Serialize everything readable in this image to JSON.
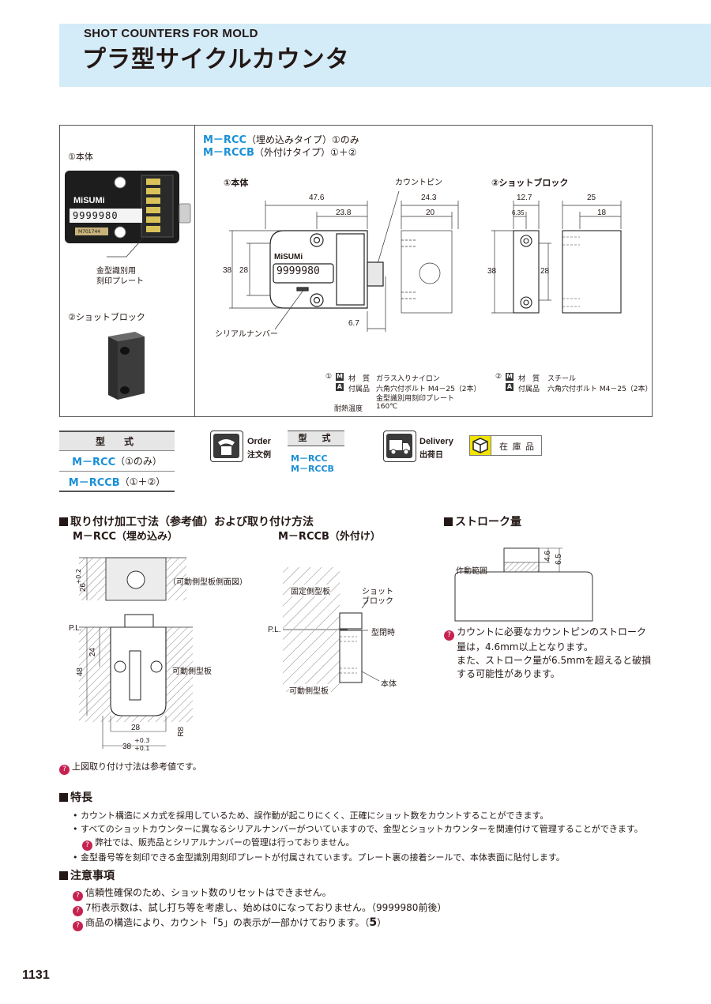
{
  "header": {
    "subtitle": "SHOT COUNTERS FOR MOLD",
    "title": "プラ型サイクルカウンタ"
  },
  "spec": {
    "left_label_body": "①本体",
    "left_label_block": "②ショットブロック",
    "plate_callout_1": "金型識別用",
    "plate_callout_2": "刻印プレート",
    "photo_brand": "MiSUMi",
    "photo_digits": "9999980",
    "photo_plate": "M701744",
    "model_line_1": {
      "code": "M－RCC",
      "desc": "（埋め込みタイプ）①のみ"
    },
    "model_line_2": {
      "code": "M－RCCB",
      "desc": "（外付けタイプ）①＋②"
    },
    "drawing_body_title": "①本体",
    "drawing_block_title": "②ショットブロック",
    "count_pin_label": "カウントピン",
    "serial_label": "シリアルナンバー",
    "drawing_brand": "MiSUMi",
    "drawing_digits": "9999980",
    "dims_body": {
      "w_total": "47.6",
      "w_half": "23.8",
      "h_total": "38",
      "h_inner": "28",
      "pin": "6.7",
      "side_w": "24.3",
      "side_inner": "20"
    },
    "dims_block": {
      "w": "12.7",
      "w_half": "6.35",
      "h": "38",
      "h_inner": "28",
      "side_w": "25",
      "side_inner": "18"
    },
    "material_body": {
      "num": "①",
      "m_label": "材　質",
      "material": "ガラス入りナイロン",
      "a_label": "付属品",
      "accessory_1": "六角穴付ボルト M4－25（2本）",
      "accessory_2": "金型識別用刻印プレート",
      "heat_label": "耐熱温度",
      "heat": "160℃"
    },
    "material_block": {
      "num": "②",
      "m_label": "材　質",
      "material": "スチール",
      "a_label": "付属品",
      "accessory_1": "六角穴付ボルト M4－25（2本）"
    }
  },
  "model_table": {
    "header": "型　式",
    "rows": [
      {
        "code": "M－RCC",
        "note": "（①のみ）"
      },
      {
        "code": "M－RCCB",
        "note": "（①＋②）"
      }
    ]
  },
  "order": {
    "label_en": "Order",
    "label_jp": "注文例",
    "table_header": "型　式",
    "examples": [
      "M－RCC",
      "M－RCCB"
    ]
  },
  "delivery": {
    "label_en": "Delivery",
    "label_jp": "出荷日",
    "stock_label": "在 庫 品"
  },
  "mounting": {
    "title": "取り付け加工寸法（参考値）および取り付け方法",
    "rcc_title": "M－RCC（埋め込み）",
    "rccb_title": "M－RCCB（外付け）",
    "movable_side_view": "（可動側型板側面図）",
    "pl": "P.L.",
    "movable_plate": "可動側型板",
    "fixed_plate": "固定側型板",
    "shot_block_1": "ショット",
    "shot_block_2": "ブロック",
    "mold_closed": "型閉時",
    "body": "本体",
    "dims": {
      "d26": "26",
      "tol26_up": "+0.2",
      "tol26_lo": "0",
      "d48": "48",
      "d24": "24",
      "d28": "28",
      "d38": "38",
      "tol38_up": "+0.3",
      "tol38_lo": "+0.1",
      "r8": "R8"
    },
    "note": "上図取り付け寸法は参考値です。"
  },
  "stroke": {
    "title": "ストローク量",
    "range_label": "作動範囲",
    "d46": "4.6",
    "d65": "6.5",
    "note_1": "カウントに必要なカウントピンのストローク",
    "note_2": "量は，4.6mm以上となります。",
    "note_3": "また、ストローク量が6.5mmを超えると破損",
    "note_4": "する可能性があります。"
  },
  "features": {
    "title": "特長",
    "items": [
      "カウント構造にメカ式を採用しているため、誤作動が起こりにくく、正確にショット数をカウントすることができます。",
      "すべてのショットカウンターに異なるシリアルナンバーがついていますので、金型とショットカウンターを関連付けて管理することができます。",
      "弊社では、販売品とシリアルナンバーの管理は行っておりません。",
      "金型番号等を刻印できる金型識別用刻印プレートが付属されています。プレート裏の接着シールで、本体表面に貼付します。"
    ]
  },
  "cautions": {
    "title": "注意事項",
    "items": [
      "信頼性確保のため、ショット数のリセットはできません。",
      "7桁表示数は、試し打ち等を考慮し、始めは0になっておりません。（9999980前後）",
      "商品の構造により、カウント「5」の表示が一部かけております。（"
    ],
    "glyph": "5",
    "glyph_close": "）"
  },
  "page_number": "1131",
  "colors": {
    "header_bg": "#d4ebf8",
    "accent_blue": "#1a8fd6",
    "note_mark": "#c5224f",
    "stock_icon": "#f2e400"
  }
}
